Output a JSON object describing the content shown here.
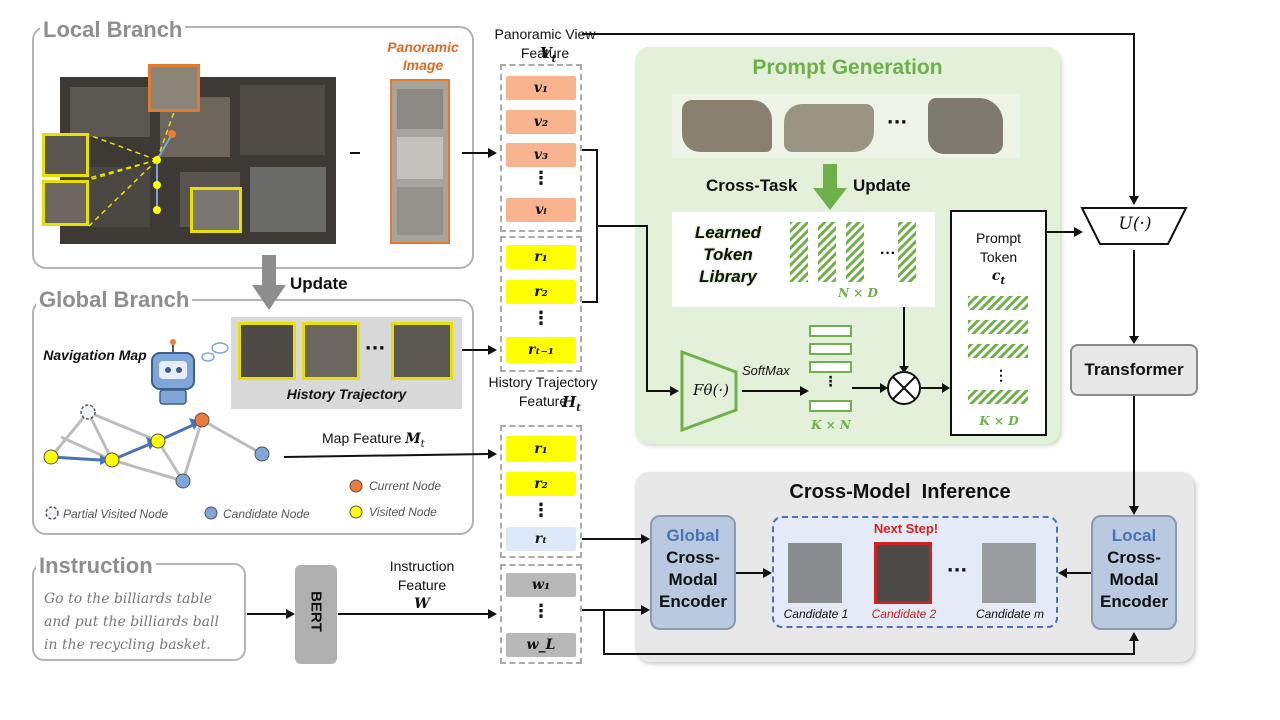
{
  "local_branch": {
    "title": "Local Branch",
    "pano_label": "Panoramic Image"
  },
  "global_branch": {
    "title": "Global Branch",
    "update_label": "Update",
    "nav_map_label": "Navigation Map",
    "history_traj_label": "History Trajectory",
    "map_feature_label": "Map Feature",
    "map_feature_symbol": "M",
    "map_feature_sub": "t",
    "legend": {
      "current": "Current Node",
      "visited": "Visited Node",
      "partial": "Partial Visited Node",
      "candidate": "Candidate Node"
    },
    "ellipsis": "···"
  },
  "instruction": {
    "title": "Instruction",
    "text_lines": [
      "Go to the billiards table",
      "and put the billiards ball",
      "in the recycling basket."
    ],
    "bert": "BERT",
    "feature_label": "Instruction Feature",
    "feature_symbol": "W"
  },
  "features": {
    "pano_label": "Panoramic View Feature",
    "pano_symbol": "V",
    "pano_sub": "t",
    "v_tokens": [
      "v₁",
      "v₂",
      "v₃",
      "⋮",
      "vᵢ"
    ],
    "r_tokens": [
      "r₁",
      "r₂",
      "⋮",
      "rₜ₋₁"
    ],
    "history_label": "History Trajectory Feature",
    "history_symbol": "H",
    "history_sub": "t",
    "h_tokens": [
      "r₁",
      "r₂",
      "⋮",
      "rₜ"
    ],
    "w_tokens": [
      "w₁",
      "⋮",
      "w_L"
    ]
  },
  "prompt_generation": {
    "title": "Prompt Generation",
    "cross_task": "Cross-Task",
    "update": "Update",
    "library_lines": [
      "Learned",
      "Token",
      "Library"
    ],
    "library_dims": "N × D",
    "softmax": "SoftMax",
    "ftheta": "Fθ(·)",
    "kn": "K × N",
    "prompt_token_lines": [
      "Prompt",
      "Token"
    ],
    "prompt_symbol": "c",
    "prompt_sub": "t",
    "kd": "K × D",
    "ellipsis": "···"
  },
  "right": {
    "u_label": "U(·)",
    "transformer": "Transformer"
  },
  "inference": {
    "title": "Cross-Model  Inference",
    "global_enc": {
      "head": "Global",
      "lines": [
        "Cross-",
        "Modal",
        "Encoder"
      ]
    },
    "local_enc": {
      "head": "Local",
      "lines": [
        "Cross-",
        "Modal",
        "Encoder"
      ]
    },
    "next_step": "Next Step!",
    "candidates": [
      "Candidate 1",
      "Candidate 2",
      "Candidate m"
    ],
    "ellipsis": "···"
  },
  "colors": {
    "v_token": "#f7b48e",
    "r_token": "#ffff00",
    "rt_token": "#dde8f8",
    "w_token": "#b8b8b8",
    "prompt_bg": "#e3f1da",
    "infer_bg": "#e8e8e8",
    "encoder_bg": "#b8c9e0",
    "green_accent": "#6fb04a",
    "current_node": "#ee7b3a",
    "visited_node": "#ffff00",
    "candidate_node": "#7ea6d8"
  }
}
